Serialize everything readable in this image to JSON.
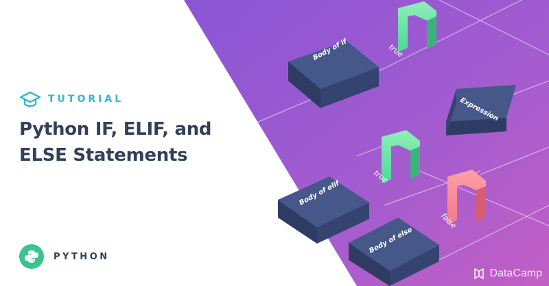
{
  "tag": "TUTORIAL",
  "title_lines": [
    "Python IF, ELIF, and",
    "ELSE Statements"
  ],
  "topic": "PYTHON",
  "brand": "DataCamp",
  "diagram": {
    "body_if": "Body of if",
    "body_elif": "Body of elif",
    "body_else": "Body of else",
    "expression": "Expression",
    "true_label": "true",
    "false_label": "false"
  },
  "colors": {
    "accent": "#35b5d4",
    "title": "#33405a",
    "gradient_start": "#8c5cd0",
    "gradient_end": "#c95bc4",
    "block": "#3a4a78",
    "true_gate": "#4fd69a",
    "false_gate": "#f07a8a"
  }
}
